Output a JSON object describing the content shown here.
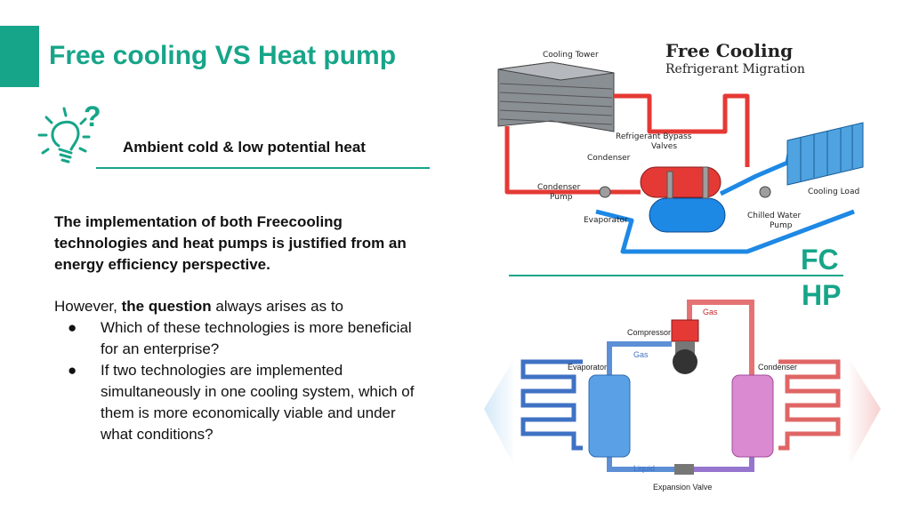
{
  "title": "Free cooling VS Heat pump",
  "subtitle": "Ambient cold & low potential heat",
  "question_mark": "?",
  "paragraph1": "The implementation of both Freecooling technologies and heat pumps is justified from an energy efficiency perspective.",
  "paragraph2": {
    "prefix": "However, ",
    "emphasis": "the question",
    "suffix": " always arises as to",
    "bullets": [
      "Which of these technologies is more beneficial for an enterprise?",
      "If two technologies are implemented simultaneously in one cooling system, which of them is more economically viable and under what conditions?"
    ]
  },
  "bullet_glyph": "●",
  "labels": {
    "fc": "FC",
    "hp": "HP"
  },
  "free_cooling_diagram": {
    "title_line1": "Free Cooling",
    "title_line2": "Refrigerant Migration",
    "cooling_tower": "Cooling Tower",
    "bypass_line1": "Refrigerant Bypass",
    "bypass_line2": "Valves",
    "condenser": "Condenser",
    "condenser_pump_line1": "Condenser",
    "condenser_pump_line2": "Pump",
    "cooling_load": "Cooling Load",
    "evaporator": "Evaporator",
    "chilled_line1": "Chilled Water",
    "chilled_line2": "Pump"
  },
  "heat_pump_diagram": {
    "gas_top": "Gas",
    "compressor": "Compressor",
    "gas_left": "Gas",
    "evaporator": "Evaporator",
    "condenser": "Condenser",
    "liquid": "Liquid",
    "expansion_valve": "Expansion Valve"
  },
  "colors": {
    "accent": "#17a589",
    "hot": "#e53935",
    "cold": "#1e88e5"
  },
  "icons": [
    "lightbulb-icon"
  ]
}
